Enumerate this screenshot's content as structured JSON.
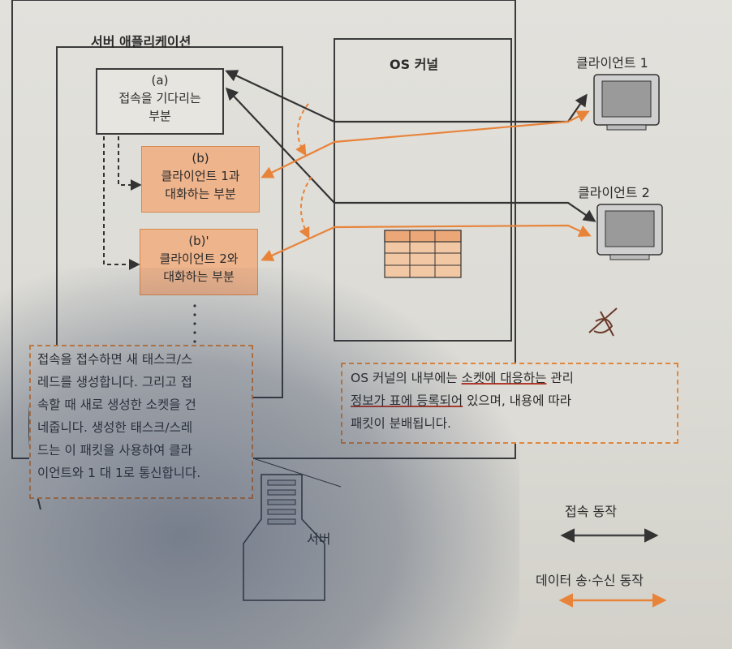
{
  "diagram": {
    "server_app_title": "서버 애플리케이션",
    "os_kernel_title": "OS 커널",
    "box_a": {
      "tag": "(a)",
      "line1": "접속을 기다리는",
      "line2": "부분"
    },
    "box_b1": {
      "tag": "(b)",
      "line1": "클라이언트 1과",
      "line2": "대화하는 부분"
    },
    "box_b2": {
      "tag": "(b)'",
      "line1": "클라이언트 2와",
      "line2": "대화하는 부분"
    },
    "client1": "클라이언트 1",
    "client2": "클라이언트 2",
    "server": "서버",
    "note_left": [
      "접속을 접수하면 새 태스크/스",
      "레드를 생성합니다. 그리고 접",
      "속할 때 새로 생성한 소켓을 건",
      "네줍니다. 생성한 태스크/스레",
      "드는 이 패킷을 사용하여 클라",
      "이언트와 1 대 1로 통신합니다."
    ],
    "note_right": {
      "line1_plain": "OS 커널의 내부에는 ",
      "line1_underlined": "소켓에 대응하는",
      "line1_end": " 관리",
      "line2_underlined": "정보가 표에 등록되어",
      "line2_end": " 있으며, 내용에 따라",
      "line3": "패킷이 분배됩니다."
    },
    "legend": {
      "connect": "접속 동작",
      "data": "데이터 송·수신 동작"
    },
    "colors": {
      "orange": "#e8833a",
      "dark": "#3a3a3a",
      "box_fill": "#eeb48c"
    }
  }
}
